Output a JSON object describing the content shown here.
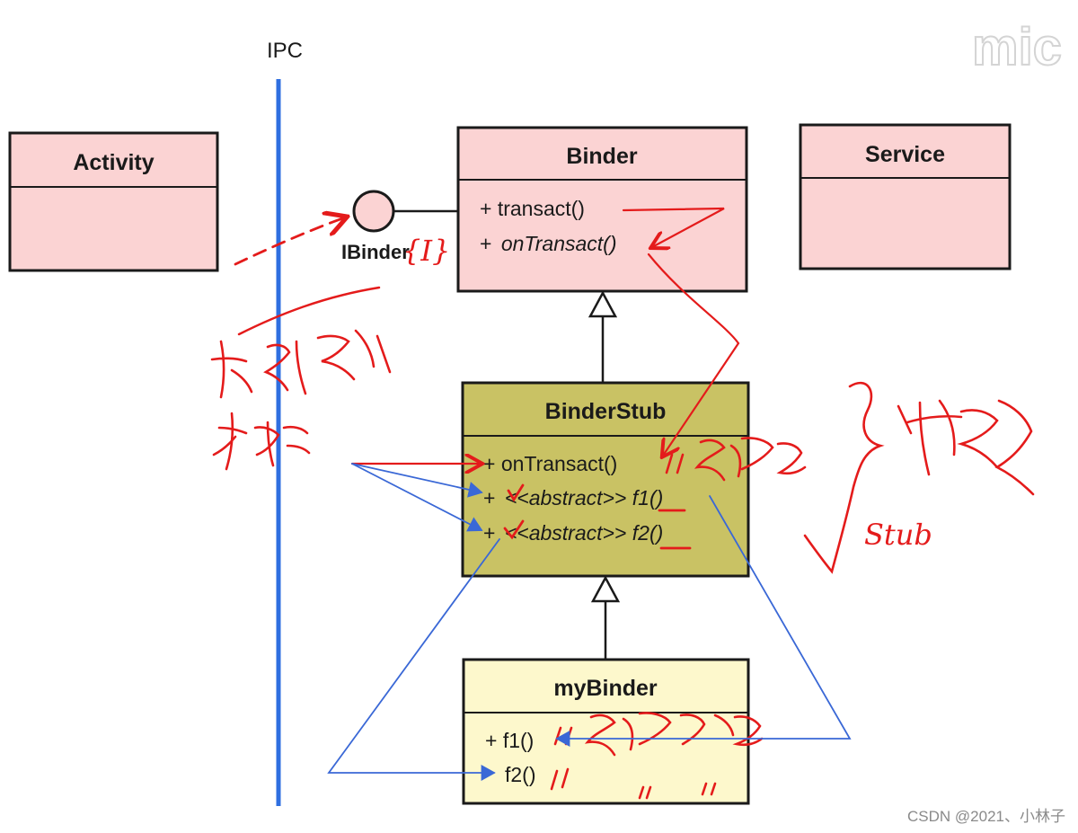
{
  "ipc_label": "IPC",
  "interface_label": "IBinder",
  "corner_brand": "mic",
  "watermark": "CSDN @2021、小林子",
  "colors": {
    "box_pink": "#fbd3d3",
    "box_olive": "#c9c264",
    "box_cream": "#fdf8cc",
    "ipc_line": "#2f6fe0",
    "annotation_red": "#e41b1b",
    "annotation_blue": "#3a68d6"
  },
  "classes": {
    "activity": {
      "name": "Activity"
    },
    "service": {
      "name": "Service"
    },
    "binder": {
      "name": "Binder",
      "method1": "+ transact()",
      "method2_prefix": "+ ",
      "method2": "onTransact()"
    },
    "binderstub": {
      "name": "BinderStub",
      "method1": "+ onTransact()",
      "method2_prefix": "+ ",
      "method2_stereo": "<<abstract>> ",
      "method2_name": "f1()",
      "method3_prefix": "+ ",
      "method3_stereo": "<<abstract>> ",
      "method3_name": "f2()"
    },
    "mybinder": {
      "name": "myBinder",
      "method1": "+ f1()",
      "method2": "f2()"
    }
  },
  "annotations": {
    "interface_mark": "{I}",
    "stub_word": "Stub"
  }
}
